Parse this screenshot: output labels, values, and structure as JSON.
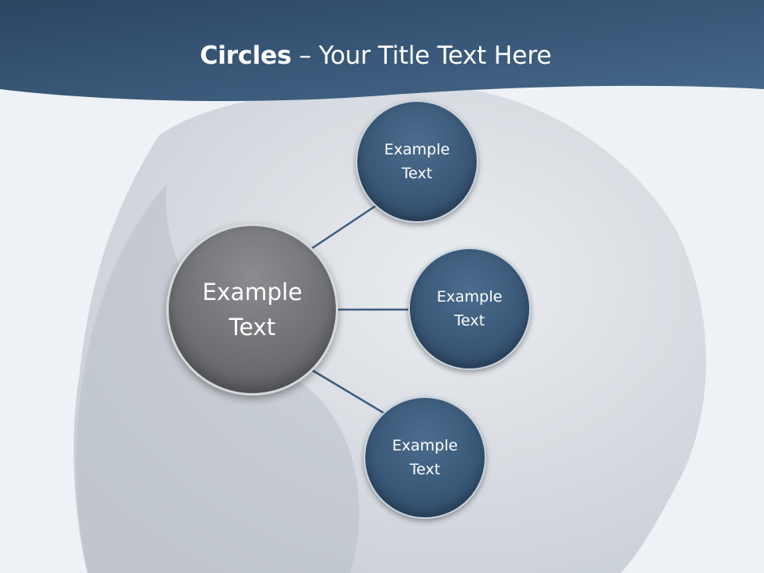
{
  "slide": {
    "title_bold": "Circles",
    "title_rest": " – Your Title Text Here"
  },
  "diagram": {
    "center": {
      "label": "Example\nText"
    },
    "nodes": [
      {
        "label": "Example\nText"
      },
      {
        "label": "Example\nText"
      },
      {
        "label": "Example\nText"
      }
    ]
  },
  "colors": {
    "header": "#3a5878",
    "node_fill": "#3e5c7d",
    "center_fill": "#707275",
    "connector": "#3e5c7d",
    "globe": "#c9ced5"
  }
}
